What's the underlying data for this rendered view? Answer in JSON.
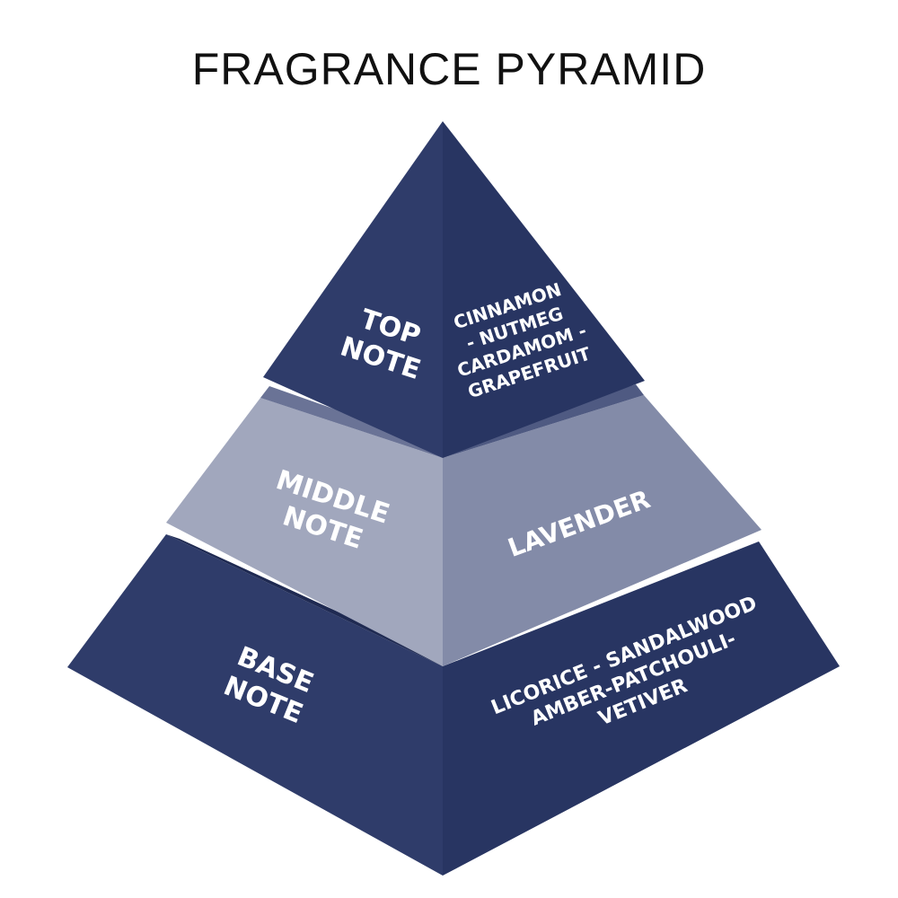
{
  "title": "FRAGRANCE PYRAMID",
  "colors": {
    "dark_left": "#2f3c6a",
    "dark_right": "#283562",
    "mid_left": "#a1a7bd",
    "mid_right": "#838ba8",
    "ledge": "#6a7396",
    "ledge_dark": "#1f2a52"
  },
  "tiers": {
    "top": {
      "name_lines": [
        "TOP",
        "NOTE"
      ],
      "notes_lines": [
        "CINNAMON",
        "- NUTMEG",
        "CARDAMOM -",
        "GRAPEFRUIT"
      ]
    },
    "middle": {
      "name_lines": [
        "MIDDLE",
        "NOTE"
      ],
      "notes_lines": [
        "LAVENDER"
      ]
    },
    "base": {
      "name_lines": [
        "BASE",
        "NOTE"
      ],
      "notes_lines": [
        "LICORICE - SANDALWOOD",
        "AMBER-PATCHOULI-",
        "VETIVER"
      ]
    }
  }
}
